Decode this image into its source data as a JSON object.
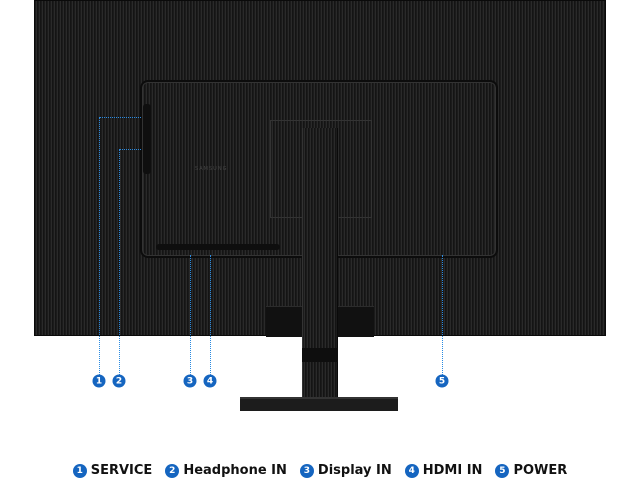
{
  "brand_logo": "SAMSUNG",
  "callouts": [
    {
      "num": "1",
      "label": "SERVICE"
    },
    {
      "num": "2",
      "label": "Headphone IN"
    },
    {
      "num": "3",
      "label": "Display IN"
    },
    {
      "num": "4",
      "label": "HDMI IN"
    },
    {
      "num": "5",
      "label": "POWER"
    }
  ],
  "colors": {
    "badge": "#1565c0",
    "leader": "#2a8ae0",
    "body": "#1b1b1b"
  }
}
